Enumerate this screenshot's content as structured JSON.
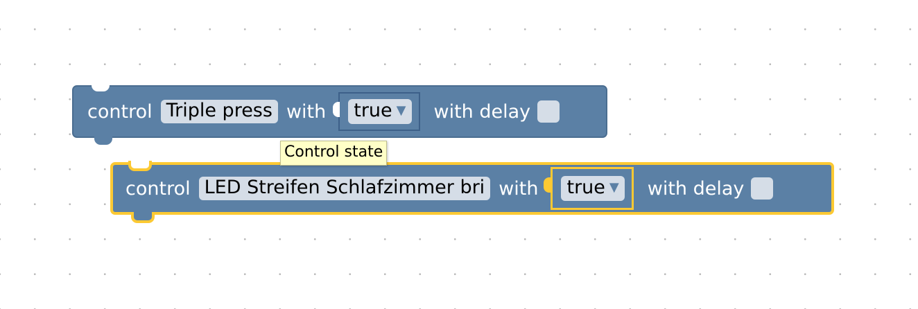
{
  "blocks": [
    {
      "keyword": "control",
      "target": "Triple press",
      "with_label": "with",
      "value": "true",
      "delay_label": "with delay",
      "selected": false
    },
    {
      "keyword": "control",
      "target": "LED Streifen Schlafzimmer bri",
      "with_label": "with",
      "value": "true",
      "delay_label": "with delay",
      "selected": true
    }
  ],
  "tooltip": {
    "text": "Control state"
  },
  "icons": {
    "dropdown": "dropdown-arrow-icon",
    "checkbox": "unchecked-checkbox"
  },
  "colors": {
    "block": "#5b80a5",
    "field": "#d5dde7",
    "selection_outline": "#fcc933",
    "tooltip_background": "#ffffc7",
    "canvas": "#ffffff",
    "grid_dot": "#b8b8b8"
  }
}
